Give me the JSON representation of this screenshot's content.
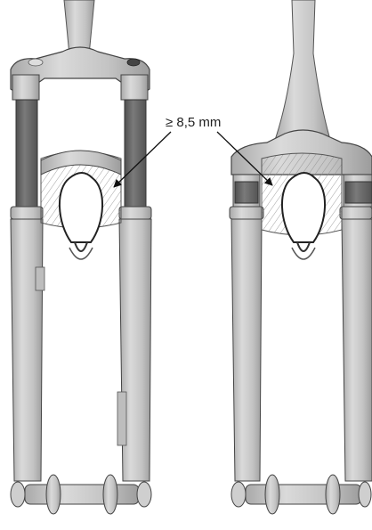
{
  "figure": {
    "clearance_label": "≥ 8,5 mm",
    "forks": [
      {
        "id": "left-fork",
        "variant": "dual-crown-style upper tubes, dark stanchions"
      },
      {
        "id": "right-fork",
        "variant": "tapered steerer, short dark stanchion band"
      }
    ]
  },
  "colors": {
    "metal": "#c9c9c9",
    "metal_dark": "#9a9a9a",
    "stanchion": "#6b6b6b",
    "outline": "#2a2a2a",
    "hatch": "#7a7a7a",
    "background": "#ffffff"
  }
}
